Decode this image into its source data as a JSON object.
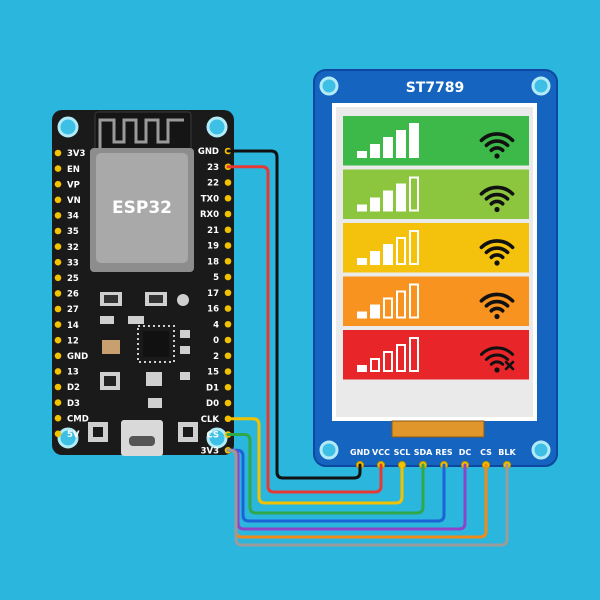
{
  "background_color": "#2bb6de",
  "board": {
    "chip_label": "ESP32",
    "color": "#1a1a1a",
    "left_pins": [
      "3V3",
      "EN",
      "VP",
      "VN",
      "34",
      "35",
      "32",
      "33",
      "25",
      "26",
      "27",
      "14",
      "12",
      "GND",
      "13",
      "D2",
      "D3",
      "CMD",
      "5V"
    ],
    "right_pins": [
      "GND",
      "23",
      "22",
      "TX0",
      "RX0",
      "21",
      "19",
      "18",
      "5",
      "17",
      "16",
      "4",
      "0",
      "2",
      "15",
      "D1",
      "D0",
      "CLK",
      "CS",
      "3V3"
    ]
  },
  "display": {
    "title": "ST7789",
    "frame_color": "#1565c0",
    "pins": [
      "GND",
      "VCC",
      "SCL",
      "SDA",
      "RES",
      "DC",
      "CS",
      "BLK"
    ],
    "rows": [
      {
        "color": "#3db94a",
        "level": 5,
        "wifi": "full"
      },
      {
        "color": "#8cc63f",
        "level": 4,
        "wifi": "full"
      },
      {
        "color": "#f4c20d",
        "level": 3,
        "wifi": "full"
      },
      {
        "color": "#f7931e",
        "level": 2,
        "wifi": "full"
      },
      {
        "color": "#e8262a",
        "level": 1,
        "wifi": "none"
      }
    ]
  },
  "wires": [
    {
      "from": "GND",
      "to": "GND",
      "color": "#111111"
    },
    {
      "from": "23",
      "to": "VCC",
      "color": "#e53935"
    },
    {
      "from": "CLK",
      "to": "SCL",
      "color": "#f2c200"
    },
    {
      "from": "CS",
      "to": "SDA",
      "color": "#2ea84a"
    },
    {
      "from": "3V3",
      "to": "RES",
      "color": "#1e63d6"
    },
    {
      "from": "3V3",
      "to": "DC",
      "color": "#8e44c9"
    },
    {
      "from": "3V3",
      "to": "CS",
      "color": "#f28a1a"
    },
    {
      "from": "3V3",
      "to": "BLK",
      "color": "#9b9b9b"
    }
  ]
}
